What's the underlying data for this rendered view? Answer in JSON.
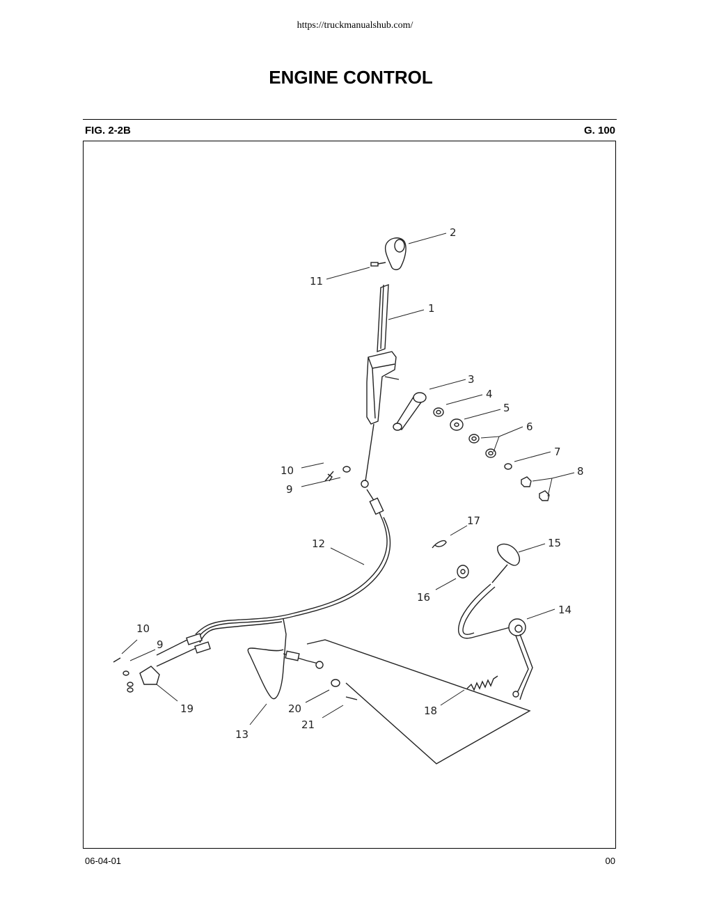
{
  "header": {
    "url": "https://truckmanualshub.com/",
    "title": "ENGINE CONTROL"
  },
  "figure": {
    "label": "FIG. 2-2B",
    "group": "G. 100"
  },
  "callouts": [
    "1",
    "2",
    "3",
    "4",
    "5",
    "6",
    "7",
    "8",
    "9",
    "10",
    "11",
    "12",
    "13",
    "14",
    "15",
    "16",
    "17",
    "18",
    "19",
    "20",
    "21",
    "10",
    "9"
  ],
  "footer": {
    "date": "06-04-01",
    "revision": "00"
  }
}
